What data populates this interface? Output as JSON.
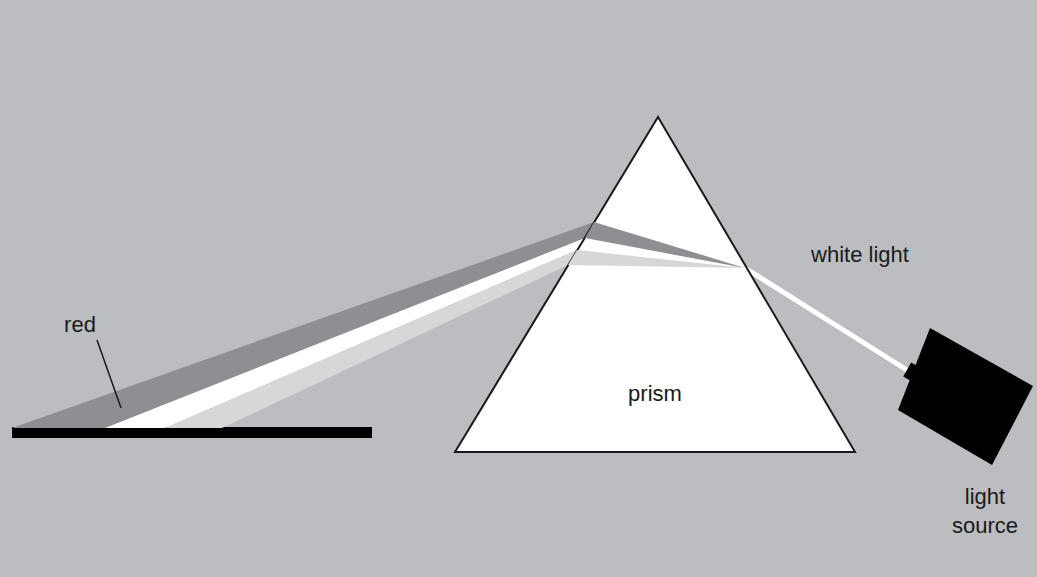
{
  "diagram": {
    "nodes": [
      {
        "text": [
          "prism"
        ]
      },
      {
        "text": [
          "light source"
        ]
      }
    ],
    "labels": [
      "red",
      "white light"
    ]
  }
}
